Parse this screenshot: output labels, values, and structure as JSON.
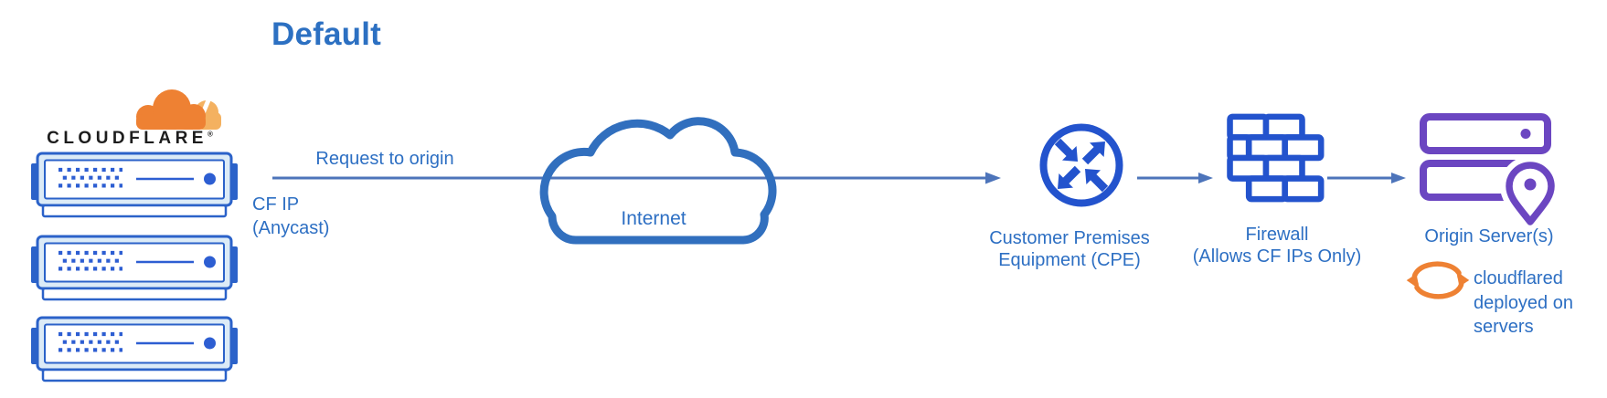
{
  "header": {
    "title": "Default"
  },
  "cloudflare_node": {
    "brand": "CLOUDFLARE",
    "trademark": "®",
    "server_count": 3,
    "ip_label_line1": "CF IP",
    "ip_label_line2": "(Anycast)"
  },
  "flow": {
    "request_label": "Request to origin",
    "internet_label": "Internet"
  },
  "nodes": {
    "cpe": {
      "icon": "router-arrows-icon",
      "label_line1": "Customer Premises",
      "label_line2": "Equipment (CPE)"
    },
    "firewall": {
      "icon": "brick-wall-icon",
      "label_line1": "Firewall",
      "label_line2": "(Allows CF IPs Only)"
    },
    "origin": {
      "icon": "server-stack-location-icon",
      "label": "Origin Server(s)",
      "note_icon": "sync-arrows-icon",
      "note_line1": "cloudflared",
      "note_line2": "deployed on",
      "note_line3": "servers"
    }
  },
  "colors": {
    "title_blue": "#2c70c2",
    "label_blue": "#2d6fc3",
    "diagram_icon_blue": "#2353cd",
    "server_border_blue": "#2b62c9",
    "server_fill_light": "#dcebf7",
    "arrow_blue": "#4d74ba",
    "cloud_outline_blue": "#316fbe",
    "origin_purple": "#6b46c1",
    "cloudflare_orange": "#ee8133",
    "cloudflare_light_orange": "#f4b160",
    "wordmark_black": "#1d1d1d"
  }
}
